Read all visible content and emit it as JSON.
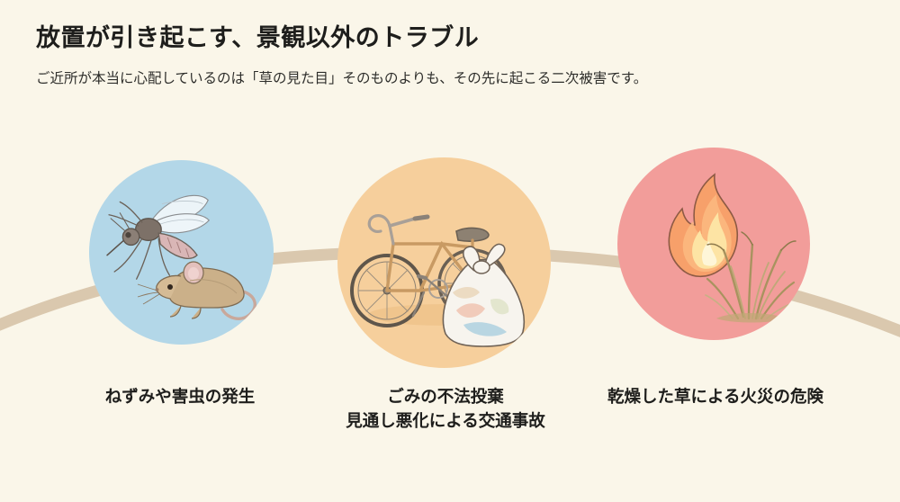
{
  "header": {
    "title": "放置が引き起こす、景観以外のトラブル",
    "subtitle": "ご近所が本当に心配しているのは「草の見た目」そのものよりも、その先に起こる二次被害です。"
  },
  "colors": {
    "background": "#faf6e9",
    "text": "#1e1e1c",
    "ribbon": "#d8c5ab",
    "circle_pests": "#b3d7e8",
    "circle_dumping": "#f6cf9c",
    "circle_fire": "#f29d9a"
  },
  "nodes": [
    {
      "id": "pests",
      "icon": "mosquito-and-mouse-illustration",
      "circle_color": "#b3d7e8",
      "caption_lines": [
        "ねずみや害虫の発生"
      ]
    },
    {
      "id": "dumping",
      "icon": "abandoned-bicycle-and-garbage-bag-illustration",
      "circle_color": "#f6cf9c",
      "caption_lines": [
        "ごみの不法投棄",
        "見通し悪化による交通事故"
      ]
    },
    {
      "id": "fire",
      "icon": "flame-and-dry-grass-illustration",
      "circle_color": "#f29d9a",
      "caption_lines": [
        "乾燥した草による火災の危険"
      ]
    }
  ]
}
